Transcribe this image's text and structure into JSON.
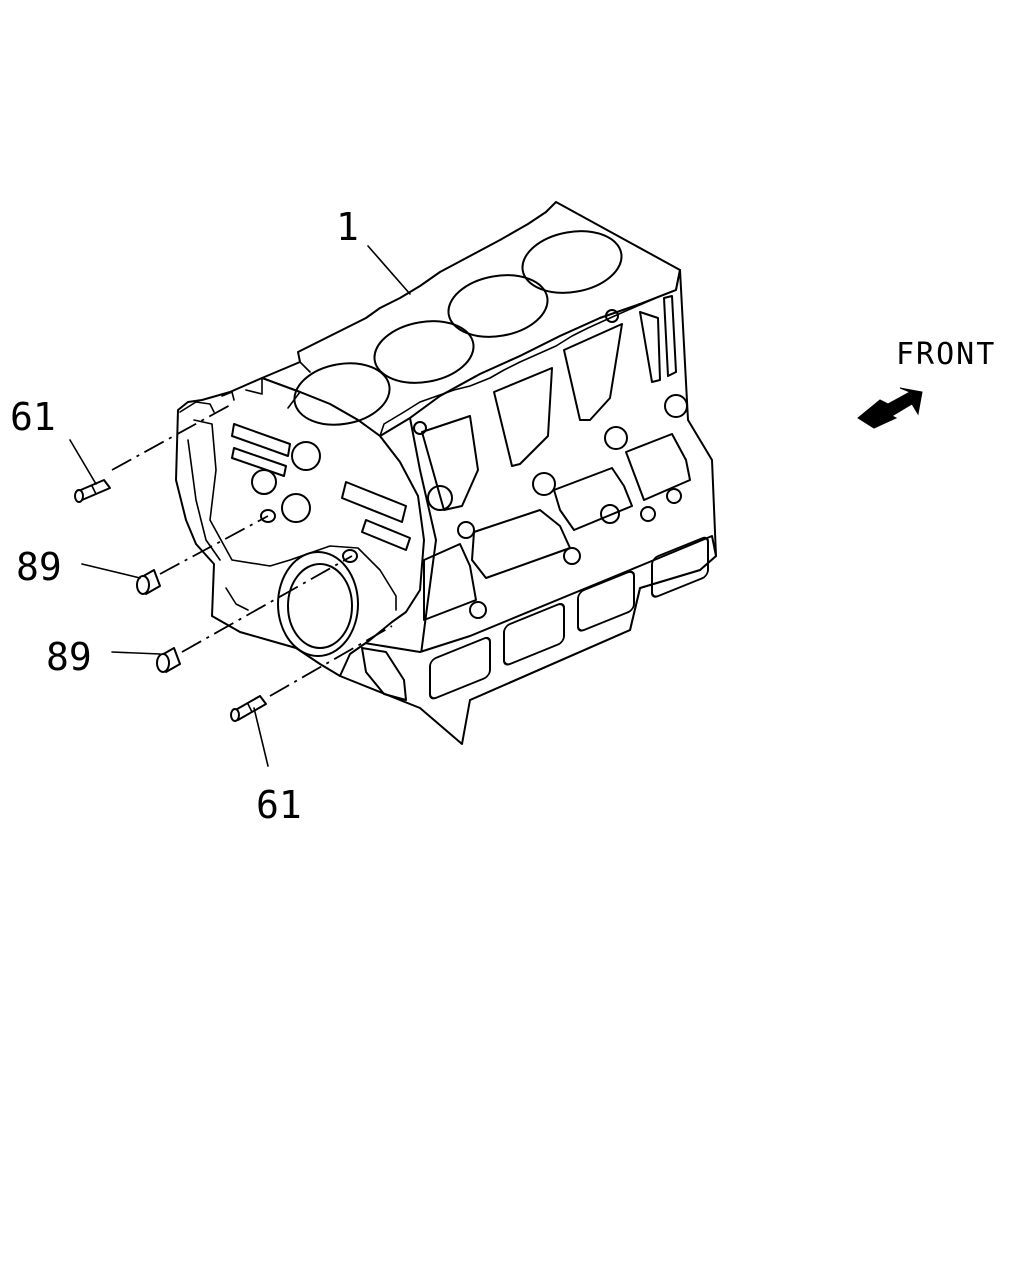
{
  "callouts": {
    "block": "1",
    "pin_upper": "61",
    "plug_upper": "89",
    "plug_lower": "89",
    "pin_lower": "61"
  },
  "direction": {
    "label": "FRONT",
    "icon": "front-arrow-icon"
  }
}
